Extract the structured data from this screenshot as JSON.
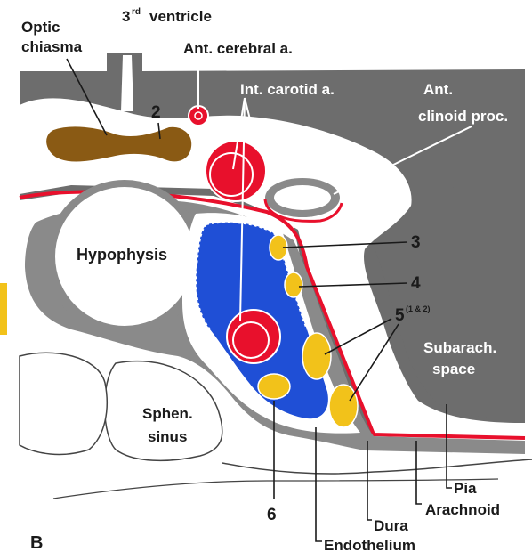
{
  "figure_letter": "B",
  "labels": {
    "optic_chiasma_1": "Optic",
    "optic_chiasma_2": "chiasma",
    "third_ventricle_num": "3",
    "third_ventricle_sup": "rd",
    "third_ventricle_word": "ventricle",
    "ant_cerebral": "Ant. cerebral a.",
    "int_carotid": "Int. carotid a.",
    "ant_clinoid_1": "Ant.",
    "ant_clinoid_2": "clinoid proc.",
    "hypophysis": "Hypophysis",
    "sphen_1": "Sphen.",
    "sphen_2": "sinus",
    "subarach_1": "Subarach.",
    "subarach_2": "space",
    "pia": "Pia",
    "arachnoid": "Arachnoid",
    "dura": "Dura",
    "endothelium": "Endothelium"
  },
  "numbers": {
    "n2": "2",
    "n3": "3",
    "n4": "4",
    "n5": "5",
    "n5_sup": "(1 & 2)",
    "n6": "6"
  },
  "colors": {
    "brain_grey": "#6d6d6d",
    "dura_grey": "#8a8a8a",
    "artery_red": "#e8102c",
    "venous_blue": "#1f4fd6",
    "nerve_yellow": "#f2c21a",
    "chiasma_brown": "#8a5a14",
    "white": "#ffffff"
  }
}
